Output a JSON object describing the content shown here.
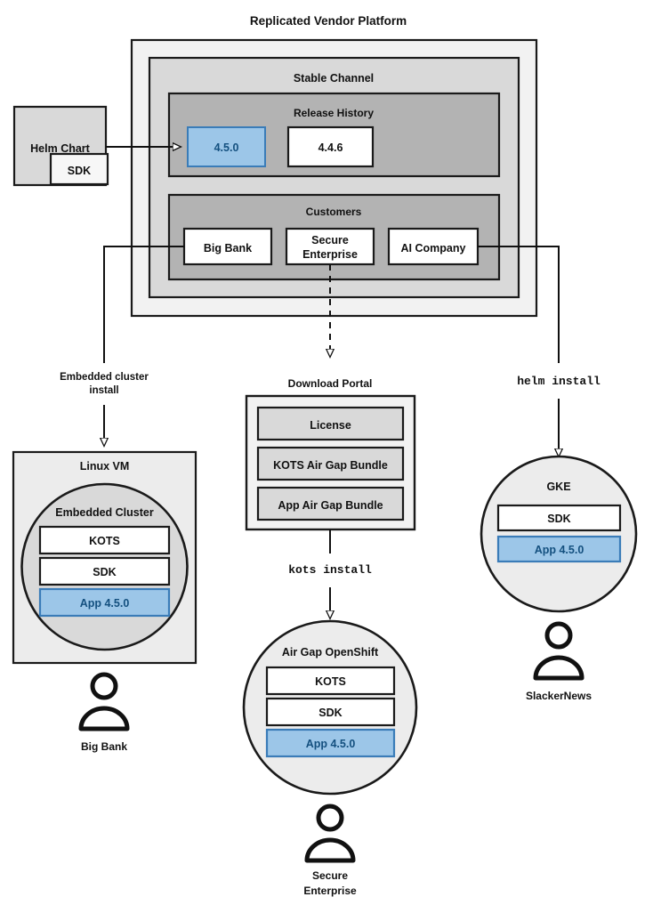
{
  "diagram": {
    "title": "Replicated Vendor Platform",
    "colors": {
      "outer_panel": "#f2f2f2",
      "channel_panel": "#d9d9d9",
      "inner_panel": "#b3b3b3",
      "accent_fill": "#9cc6e8",
      "accent_stroke": "#3a7cb8",
      "accent_text": "#14507f",
      "box_white": "#ffffff",
      "light_gray": "#ececec",
      "mid_gray": "#d9d9d9",
      "stroke": "#1a1a1a"
    }
  },
  "platform": {
    "title": "Replicated Vendor Platform",
    "channel": {
      "title": "Stable Channel",
      "release_history": {
        "title": "Release History",
        "releases": [
          {
            "version": "4.5.0",
            "highlighted": true
          },
          {
            "version": "4.4.6",
            "highlighted": false
          }
        ]
      },
      "customers": {
        "title": "Customers",
        "items": [
          {
            "name": "Big Bank"
          },
          {
            "name": "Secure\nEnterprise",
            "line1": "Secure",
            "line2": "Enterprise"
          },
          {
            "name": "AI Company"
          }
        ]
      }
    }
  },
  "helm_chart": {
    "title": "Helm Chart",
    "sdk_label": "SDK"
  },
  "download_portal": {
    "title": "Download Portal",
    "artifacts": [
      {
        "label": "License"
      },
      {
        "label": "KOTS Air Gap Bundle"
      },
      {
        "label": "App Air Gap Bundle"
      }
    ]
  },
  "install_labels": {
    "embedded_cluster_line1": "Embedded cluster",
    "embedded_cluster_line2": "install",
    "kots_install": "kots install",
    "helm_install": "helm install"
  },
  "targets": [
    {
      "id": "linux-vm",
      "shape": "box",
      "title": "Linux VM",
      "inner_title": "Embedded Cluster",
      "components": [
        {
          "label": "KOTS",
          "highlighted": false
        },
        {
          "label": "SDK",
          "highlighted": false
        },
        {
          "label": "App 4.5.0",
          "highlighted": true
        }
      ],
      "persona": "Big Bank"
    },
    {
      "id": "air-gap-openshift",
      "shape": "circle",
      "title": "Air Gap OpenShift",
      "components": [
        {
          "label": "KOTS",
          "highlighted": false
        },
        {
          "label": "SDK",
          "highlighted": false
        },
        {
          "label": "App 4.5.0",
          "highlighted": true
        }
      ],
      "persona_line1": "Secure",
      "persona_line2": "Enterprise"
    },
    {
      "id": "gke",
      "shape": "circle",
      "title": "GKE",
      "components": [
        {
          "label": "SDK",
          "highlighted": false
        },
        {
          "label": "App 4.5.0",
          "highlighted": true
        }
      ],
      "persona": "SlackerNews"
    }
  ],
  "icons": {
    "person": "person-icon",
    "arrow": "arrow-head"
  }
}
